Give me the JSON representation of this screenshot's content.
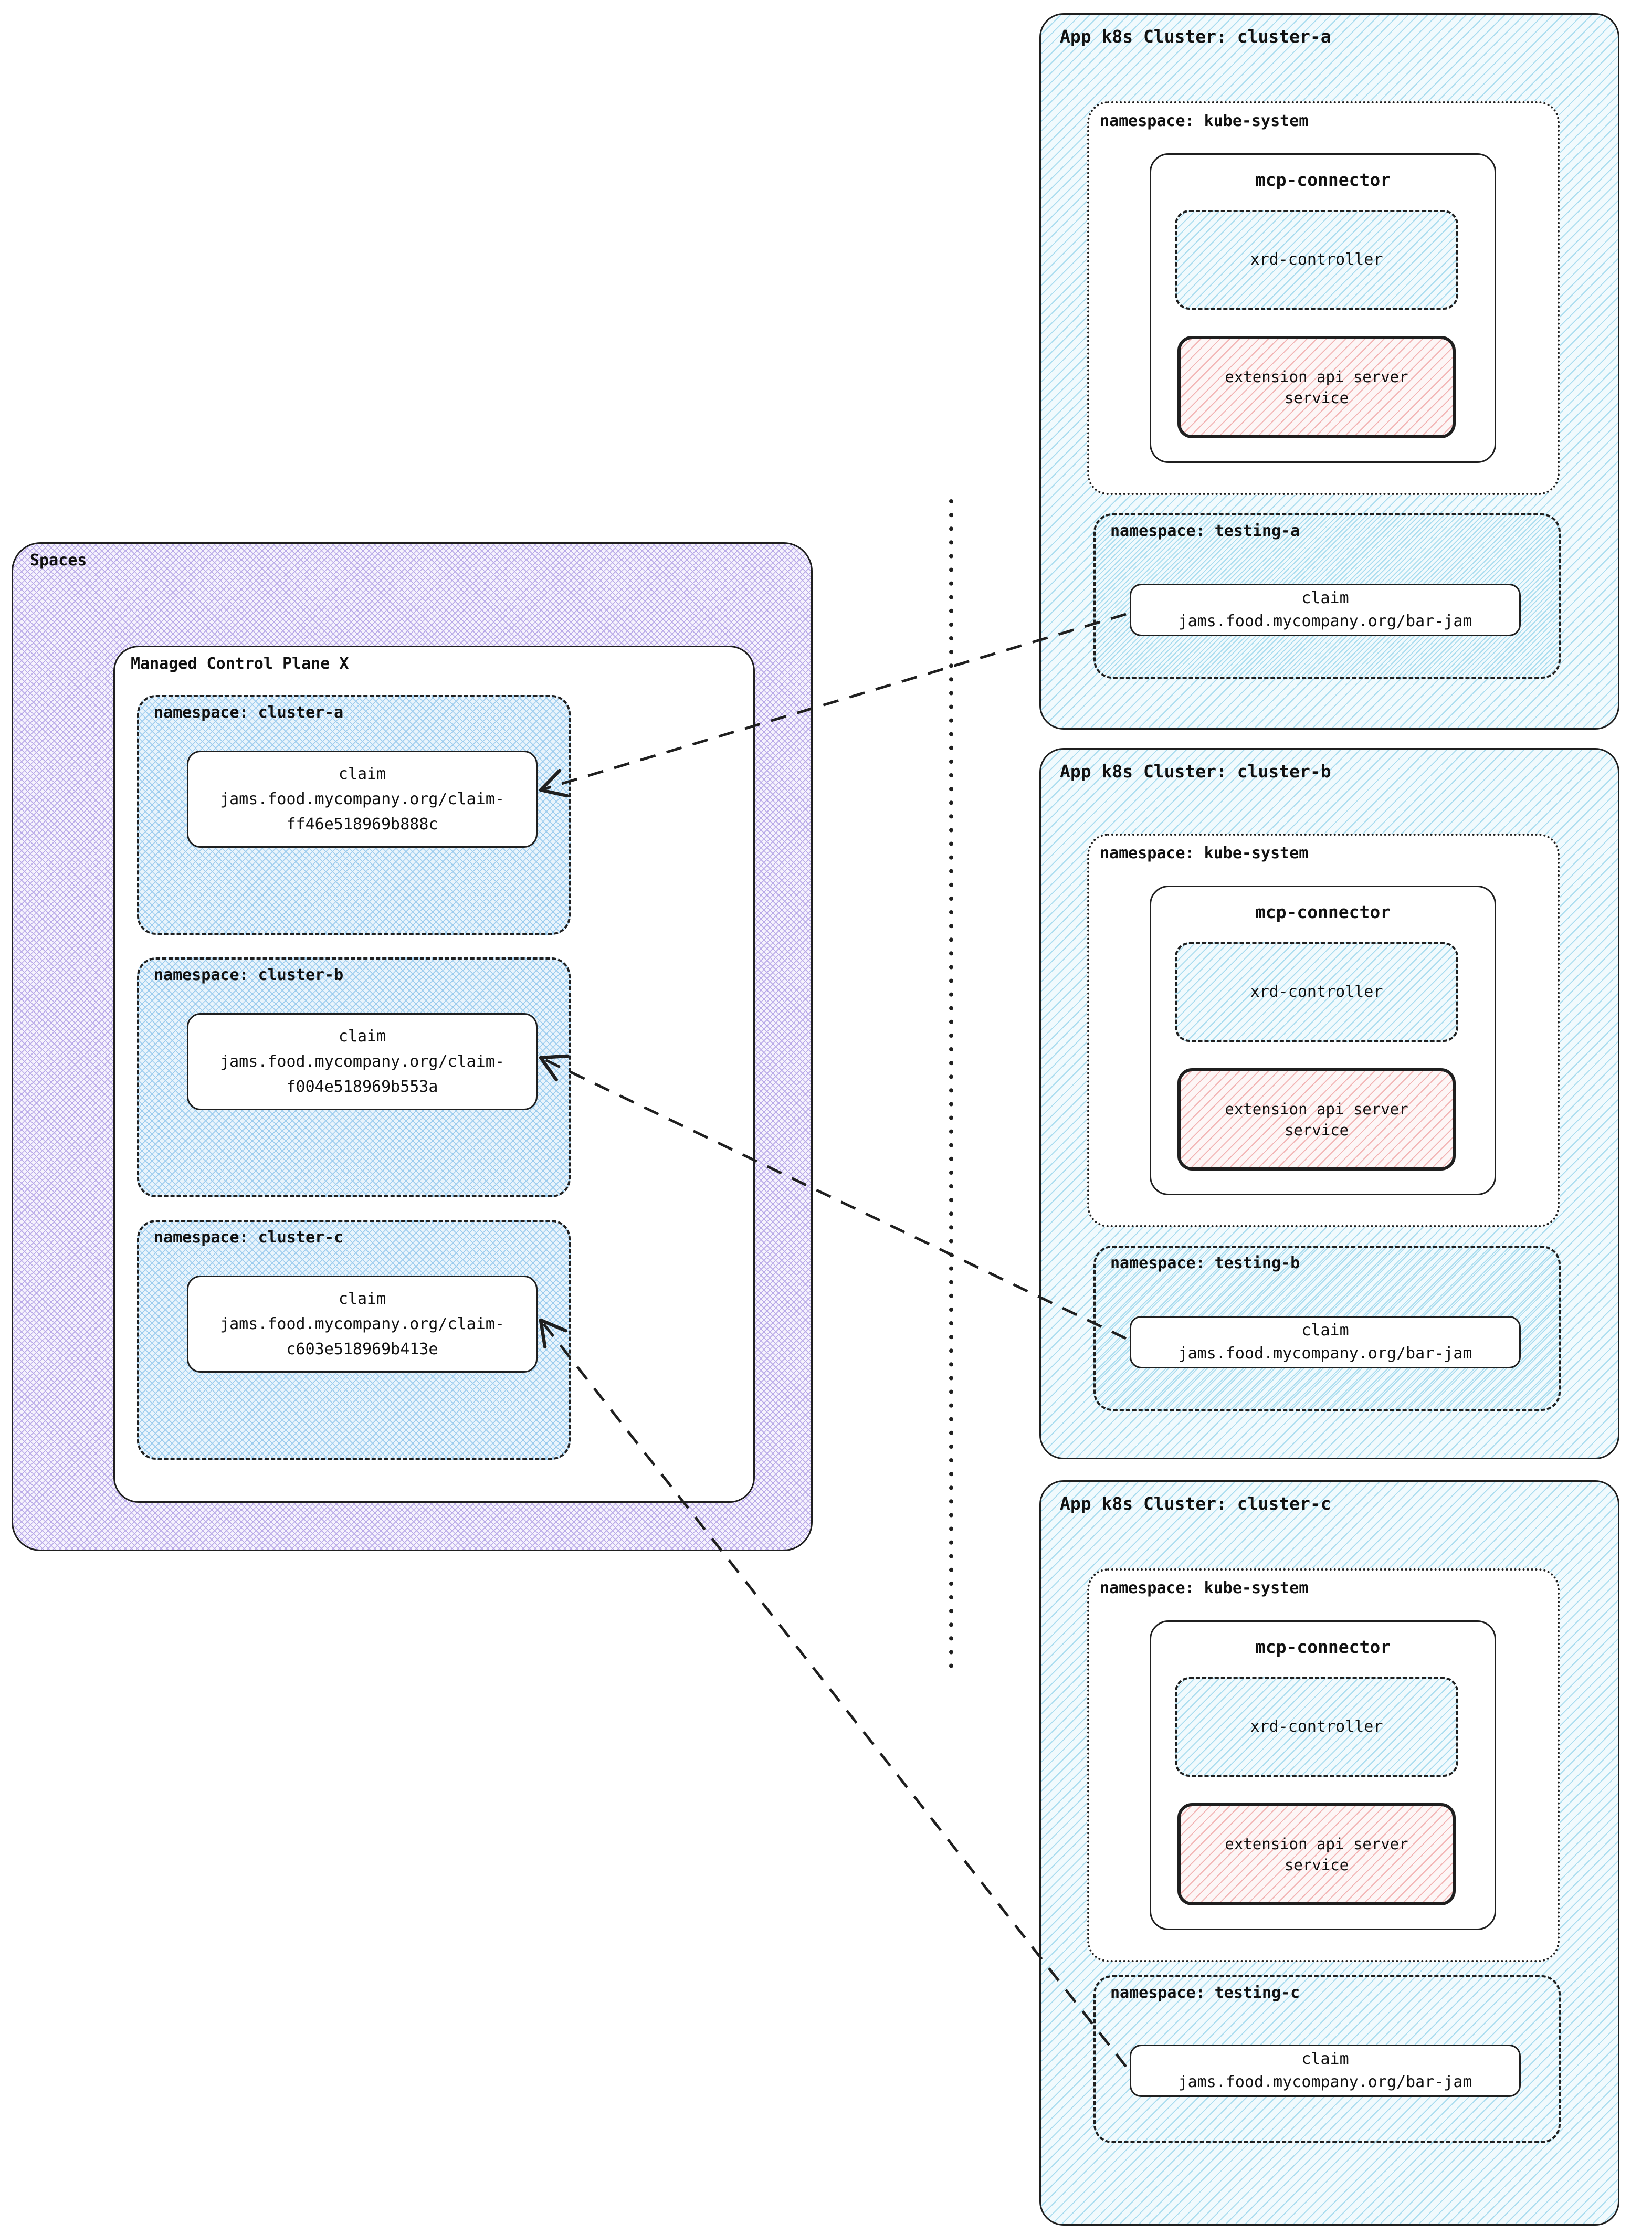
{
  "spaces": {
    "label": "Spaces",
    "control_plane": {
      "label": "Managed Control Plane X",
      "namespaces": [
        {
          "label": "namespace: cluster-a",
          "claim": {
            "title": "claim",
            "line1": "jams.food.mycompany.org/claim-",
            "line2": "ff46e518969b888c"
          }
        },
        {
          "label": "namespace: cluster-b",
          "claim": {
            "title": "claim",
            "line1": "jams.food.mycompany.org/claim-",
            "line2": "f004e518969b553a"
          }
        },
        {
          "label": "namespace: cluster-c",
          "claim": {
            "title": "claim",
            "line1": "jams.food.mycompany.org/claim-",
            "line2": "c603e518969b413e"
          }
        }
      ]
    }
  },
  "clusters": [
    {
      "title": "App k8s Cluster: cluster-a",
      "kube_system": {
        "label": "namespace: kube-system",
        "mcp_connector": {
          "title": "mcp-connector",
          "xrd_controller": {
            "label": "xrd-controller"
          },
          "extension_api": {
            "line1": "extension api server",
            "line2": "service"
          }
        }
      },
      "testing": {
        "label": "namespace: testing-a",
        "claim": {
          "title": "claim",
          "value": "jams.food.mycompany.org/bar-jam"
        }
      }
    },
    {
      "title": "App k8s Cluster: cluster-b",
      "kube_system": {
        "label": "namespace: kube-system",
        "mcp_connector": {
          "title": "mcp-connector",
          "xrd_controller": {
            "label": "xrd-controller"
          },
          "extension_api": {
            "line1": "extension api server",
            "line2": "service"
          }
        }
      },
      "testing": {
        "label": "namespace: testing-b",
        "claim": {
          "title": "claim",
          "value": "jams.food.mycompany.org/bar-jam"
        }
      }
    },
    {
      "title": "App k8s Cluster: cluster-c",
      "kube_system": {
        "label": "namespace: kube-system",
        "mcp_connector": {
          "title": "mcp-connector",
          "xrd_controller": {
            "label": "xrd-controller"
          },
          "extension_api": {
            "line1": "extension api server",
            "line2": "service"
          }
        }
      },
      "testing": {
        "label": "namespace: testing-c",
        "claim": {
          "title": "claim",
          "value": "jams.food.mycompany.org/bar-jam"
        }
      }
    }
  ],
  "colors": {
    "border": "#1f1f1f",
    "text": "#111111",
    "blue_diag_bg": "#f1fafd",
    "blue_diag_line": "#a9dcef",
    "blue_cross_bg": "#e9f4fc",
    "blue_cross_line": "#9cccee",
    "purple_bg": "#f6f3fd",
    "purple_line": "#b9aae8",
    "pink_bg": "#fdf6f6",
    "pink_line": "#f2b3b3"
  }
}
